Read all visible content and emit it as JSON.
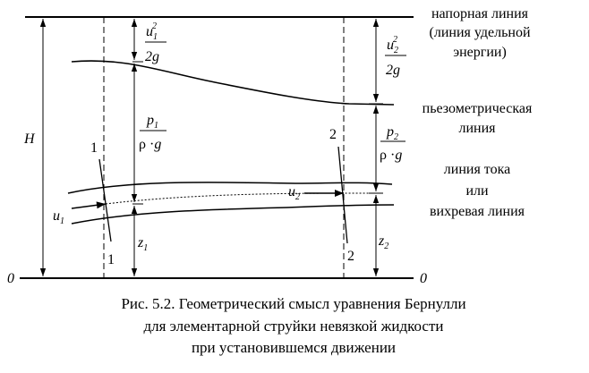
{
  "labels": {
    "energy_line": [
      "напорная линия",
      "(линия удельной",
      "энергии)"
    ],
    "piezometric_line": [
      "пьезометрическая",
      "линия"
    ],
    "streamline": [
      "линия тока",
      "или",
      "вихревая линия"
    ]
  },
  "symbols": {
    "H": "H",
    "zero_left": "0",
    "zero_right": "0",
    "section1_top": "1",
    "section1_bottom": "1",
    "section2_top": "2",
    "section2_bottom": "2"
  },
  "terms": {
    "u1_num": "u",
    "u1_num_sub": "1",
    "u1_num_sup": "2",
    "u1_den": "2g",
    "u2_num": "u",
    "u2_num_sub": "2",
    "u2_num_sup": "2",
    "u2_den": "2g",
    "p1_num": "p",
    "p1_num_sub": "1",
    "p1_den_rho": "ρ",
    "p1_den_dot": "·",
    "p1_den_g": "g",
    "p2_num": "p",
    "p2_num_sub": "2",
    "p2_den_rho": "ρ",
    "p2_den_dot": "·",
    "p2_den_g": "g",
    "z1": "z",
    "z1_sub": "1",
    "z2": "z",
    "z2_sub": "2",
    "vel1": "u",
    "vel1_sub": "1",
    "vel2": "u",
    "vel2_sub": "2"
  },
  "caption": [
    "Рис. 5.2. Геометрический смысл уравнения Бернулли",
    "для элементарной струйки невязкой жидкости",
    "при установившемся движении"
  ]
}
